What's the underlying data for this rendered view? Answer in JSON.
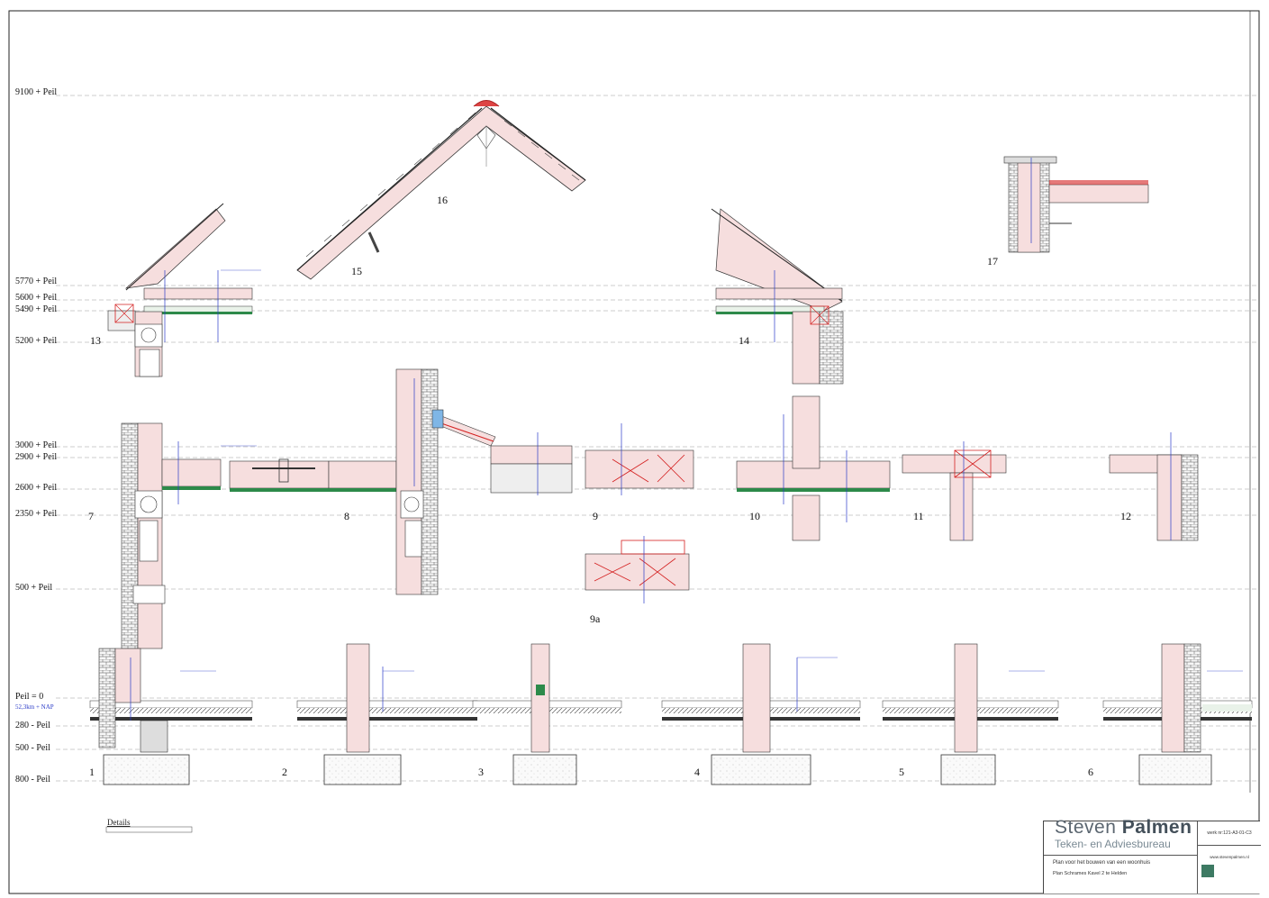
{
  "levels": [
    {
      "id": "lvl-9100",
      "label": "9100 + Peil"
    },
    {
      "id": "lvl-5770",
      "label": "5770 + Peil"
    },
    {
      "id": "lvl-5600",
      "label": "5600 + Peil"
    },
    {
      "id": "lvl-5490",
      "label": "5490 + Peil"
    },
    {
      "id": "lvl-5200",
      "label": "5200 + Peil"
    },
    {
      "id": "lvl-3000",
      "label": "3000 + Peil"
    },
    {
      "id": "lvl-2900",
      "label": "2900 + Peil"
    },
    {
      "id": "lvl-2600",
      "label": "2600 + Peil"
    },
    {
      "id": "lvl-2350",
      "label": "2350 + Peil"
    },
    {
      "id": "lvl-500p",
      "label": "500 + Peil"
    },
    {
      "id": "lvl-0",
      "label": "Peil = 0"
    },
    {
      "id": "lvl-nap",
      "label": "52,3km + NAP"
    },
    {
      "id": "lvl-280m",
      "label": "280 - Peil"
    },
    {
      "id": "lvl-500m",
      "label": "500 - Peil"
    },
    {
      "id": "lvl-800m",
      "label": "800 - Peil"
    }
  ],
  "details": [
    "1",
    "2",
    "3",
    "4",
    "5",
    "6",
    "7",
    "8",
    "9",
    "9a",
    "10",
    "11",
    "12",
    "13",
    "14",
    "15",
    "16",
    "17"
  ],
  "sheet": {
    "details_title": "Details"
  },
  "titleblock": {
    "brand_name": "Steven",
    "brand_name_bold": "Palmen",
    "brand_subtitle": "Teken- en Adviesbureau",
    "project": "Plan voor het bouwen van een woonhuis",
    "location": "Plan Schrames Kavel 2 te Helden",
    "work_nr": "werk nr:121-A3-01-C3",
    "website": "www.stevenpalmen.nl"
  },
  "colors": {
    "wall_fill": "#f6dede",
    "insulation": "#e9f2e9",
    "green_layer": "#2d8a4a",
    "annotation_blue": "#2b3cc8",
    "detail_red": "#d42020",
    "glazing_blue": "#7fb6e6",
    "logo_green": "#3d7a63"
  }
}
